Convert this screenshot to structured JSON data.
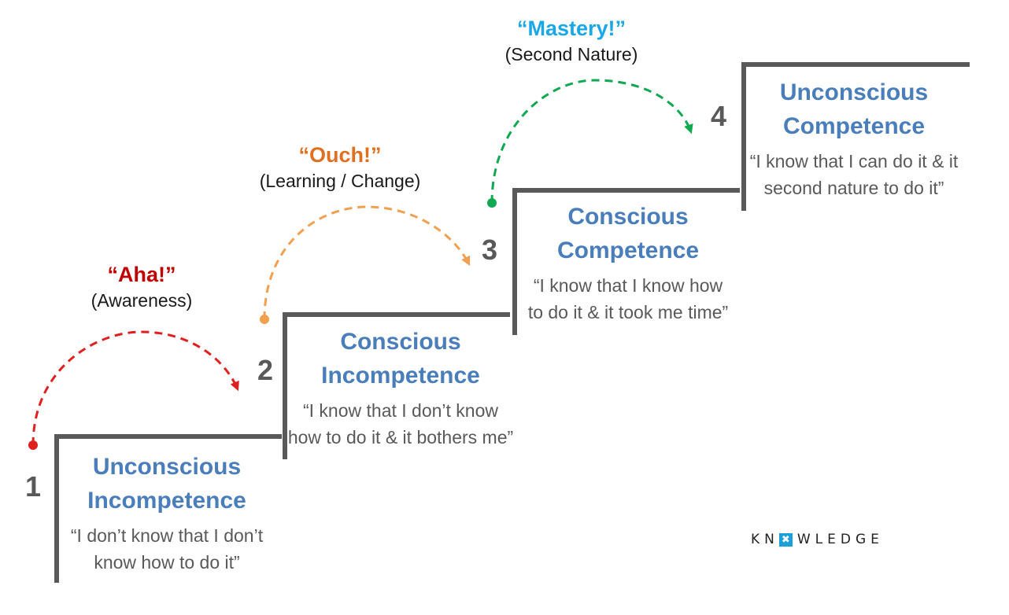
{
  "steps": [
    {
      "number": "1",
      "title_line1": "Unconscious",
      "title_line2": "Incompetence",
      "quote_line1": "“I don’t know that I don’t",
      "quote_line2": "know how to do it”"
    },
    {
      "number": "2",
      "title_line1": "Conscious",
      "title_line2": "Incompetence",
      "quote_line1": "“I know that I don’t know",
      "quote_line2": "how to do it & it bothers me”"
    },
    {
      "number": "3",
      "title_line1": "Conscious",
      "title_line2": "Competence",
      "quote_line1": "“I know that I know how",
      "quote_line2": "to do it & it took me time”"
    },
    {
      "number": "4",
      "title_line1": "Unconscious",
      "title_line2": "Competence",
      "quote_line1": "“I know that I can do it & it",
      "quote_line2": "second nature to do it”"
    }
  ],
  "transitions": [
    {
      "exclaim": "“Aha!”",
      "label": "(Awareness)",
      "color": "#c00000"
    },
    {
      "exclaim": "“Ouch!”",
      "label": "(Learning / Change)",
      "color": "#e07020"
    },
    {
      "exclaim": "“Mastery!”",
      "label": "(Second Nature)",
      "color": "#1aa7e8"
    }
  ],
  "arrow_colors": [
    "#e02020",
    "#f0a050",
    "#10a850"
  ],
  "logo": {
    "before": "KN",
    "mark": "✖",
    "after": "WLEDGE"
  },
  "colors": {
    "stairs": "#595959",
    "title": "#4a7ebb",
    "quote": "#595959"
  }
}
